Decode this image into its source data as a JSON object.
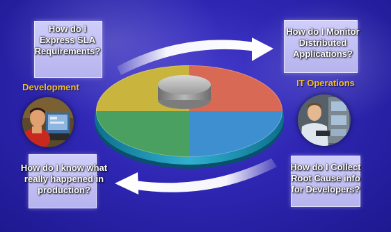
{
  "roles": {
    "development": "Development",
    "it_operations": "IT Operations"
  },
  "questions": {
    "top_left": "How do I\nExpress SLA\nRequirements?",
    "top_right": "How do I Monitor\nDistributed\nApplications?",
    "bottom_left": "How do I know what\nreally happened in\nproduction?",
    "bottom_right": "How do I Collect\nRoot Cause info\nfor Developers?"
  },
  "colors": {
    "background": "#2f27b4",
    "role_label": "#f0c020",
    "question_box": "#c4c1f5",
    "disc_red": "#d86a55",
    "disc_blue": "#3d8fd0",
    "disc_green": "#4aa060",
    "disc_yellow": "#c9b43e"
  },
  "icons": {
    "top_arrow": "curved-arrow-right-icon",
    "bottom_arrow": "curved-arrow-left-icon",
    "disc": "pie-disc-icon",
    "developer_photo": "developer-photo",
    "operator_photo": "operator-photo"
  }
}
